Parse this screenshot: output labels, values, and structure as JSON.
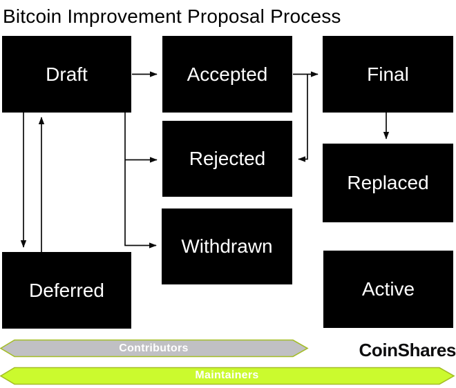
{
  "title": "Bitcoin Improvement Proposal Process",
  "diagram_type": "flowchart",
  "nodes": {
    "draft": {
      "label": "Draft"
    },
    "accepted": {
      "label": "Accepted"
    },
    "final": {
      "label": "Final"
    },
    "rejected": {
      "label": "Rejected"
    },
    "replaced": {
      "label": "Replaced"
    },
    "withdrawn": {
      "label": "Withdrawn"
    },
    "deferred": {
      "label": "Deferred"
    },
    "active": {
      "label": "Active"
    }
  },
  "edges": [
    {
      "from": "Draft",
      "to": "Accepted",
      "style": "straight-arrow"
    },
    {
      "from": "Accepted",
      "to": "Final",
      "style": "straight-arrow"
    },
    {
      "from": "Accepted",
      "to": "Rejected",
      "style": "elbow-arrow branching off Accepted-Final connector, enters Rejected right side"
    },
    {
      "from": "Final",
      "to": "Replaced",
      "style": "straight-arrow down"
    },
    {
      "from": "Draft",
      "to": "Deferred",
      "style": "straight-arrow down"
    },
    {
      "from": "Deferred",
      "to": "Draft",
      "style": "straight-arrow up"
    },
    {
      "from": "Draft",
      "to": "Rejected",
      "style": "elbow-arrow, enters Rejected left side"
    },
    {
      "from": "Draft",
      "to": "Withdrawn",
      "style": "elbow-arrow, enters Withdrawn left side"
    }
  ],
  "banners": {
    "contributors": {
      "label": "Contributors",
      "fill": "#C0C0C4",
      "border": "#A4BD27"
    },
    "maintainers": {
      "label": "Maintainers",
      "fill": "#CBFA2E",
      "border": "#A4BD27"
    }
  },
  "brand": {
    "label": "CoinShares"
  },
  "colors": {
    "background": "#FFFFFF",
    "node_fill": "#000000",
    "node_text": "#FFFFFF",
    "connector": "#0A0A0A",
    "title_text": "#000000"
  }
}
